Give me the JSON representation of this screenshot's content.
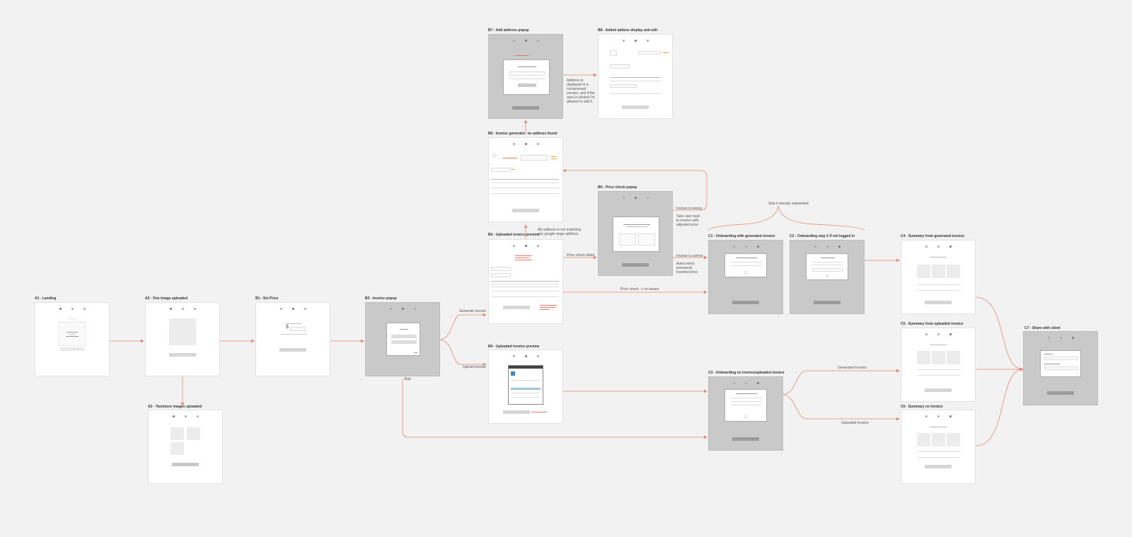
{
  "colors": {
    "background": "#f2f2f2",
    "arrow": "#e8866f",
    "frame": "#ffffff",
    "dim_frame": "#c9c9c9",
    "accent_red": "#e07a65"
  },
  "screens": {
    "a1": {
      "title": "A1 - Landing"
    },
    "a2": {
      "title": "A2 - One image uploaded"
    },
    "a3": {
      "title": "A3 - Two/more images uploaded"
    },
    "b1": {
      "title": "B1 - Set Price",
      "currency": "$"
    },
    "b2": {
      "title": "B2 - Invoice popup",
      "skip": "Skip"
    },
    "b4a": {
      "title": "B4 - Uploaded invoice preview"
    },
    "b4b": {
      "title": "B4 - Uploaded invoice preview"
    },
    "b5": {
      "title": "B5 - Price check popup"
    },
    "b6": {
      "title": "B6 - Invoice generator: no address found"
    },
    "b7": {
      "title": "B7 - Add address popup"
    },
    "b8": {
      "title": "B8 - Added addess display and edit"
    },
    "c1": {
      "title": "C1 - Onboarding with generated invoice"
    },
    "c2": {
      "title": "C2 - Onboarding step 2 if not logged in"
    },
    "c3": {
      "title": "C3 - Onboarding no invoice/uploaded invoice"
    },
    "c4": {
      "title": "C4 - Summary from generated invoice"
    },
    "c5": {
      "title": "C5 - Summary from uploaded invoice"
    },
    "c6": {
      "title": "C6 - Summary no invoice"
    },
    "c7": {
      "title": "C7 - Share with client"
    }
  },
  "flow_labels": {
    "generate_invoice": "Generate Invoice",
    "upload_invoice": "Upload Invoice",
    "skip": "Skip",
    "price_check_failed": "Price check failed",
    "price_check_no_issues": "Price check -> no issues",
    "address_not_matching": "My address is not matching any google maps address",
    "address_displayed": "Address is displayed in a compressed version, and if the area is clicked I'm allowed to edit it.",
    "invoice_is_wrong": "Invoice is wrong",
    "take_user_back": "Take user back to invoice with adjusted price",
    "invoice_is_correct": "Invoice is correct",
    "autocorrect": "Autocorrect previously inserted price",
    "skip_if_onboarded": "Skip if already onboarded",
    "generated_invoice": "Generated Invoice",
    "uploaded_invoice": "Uploaded Invoice"
  }
}
